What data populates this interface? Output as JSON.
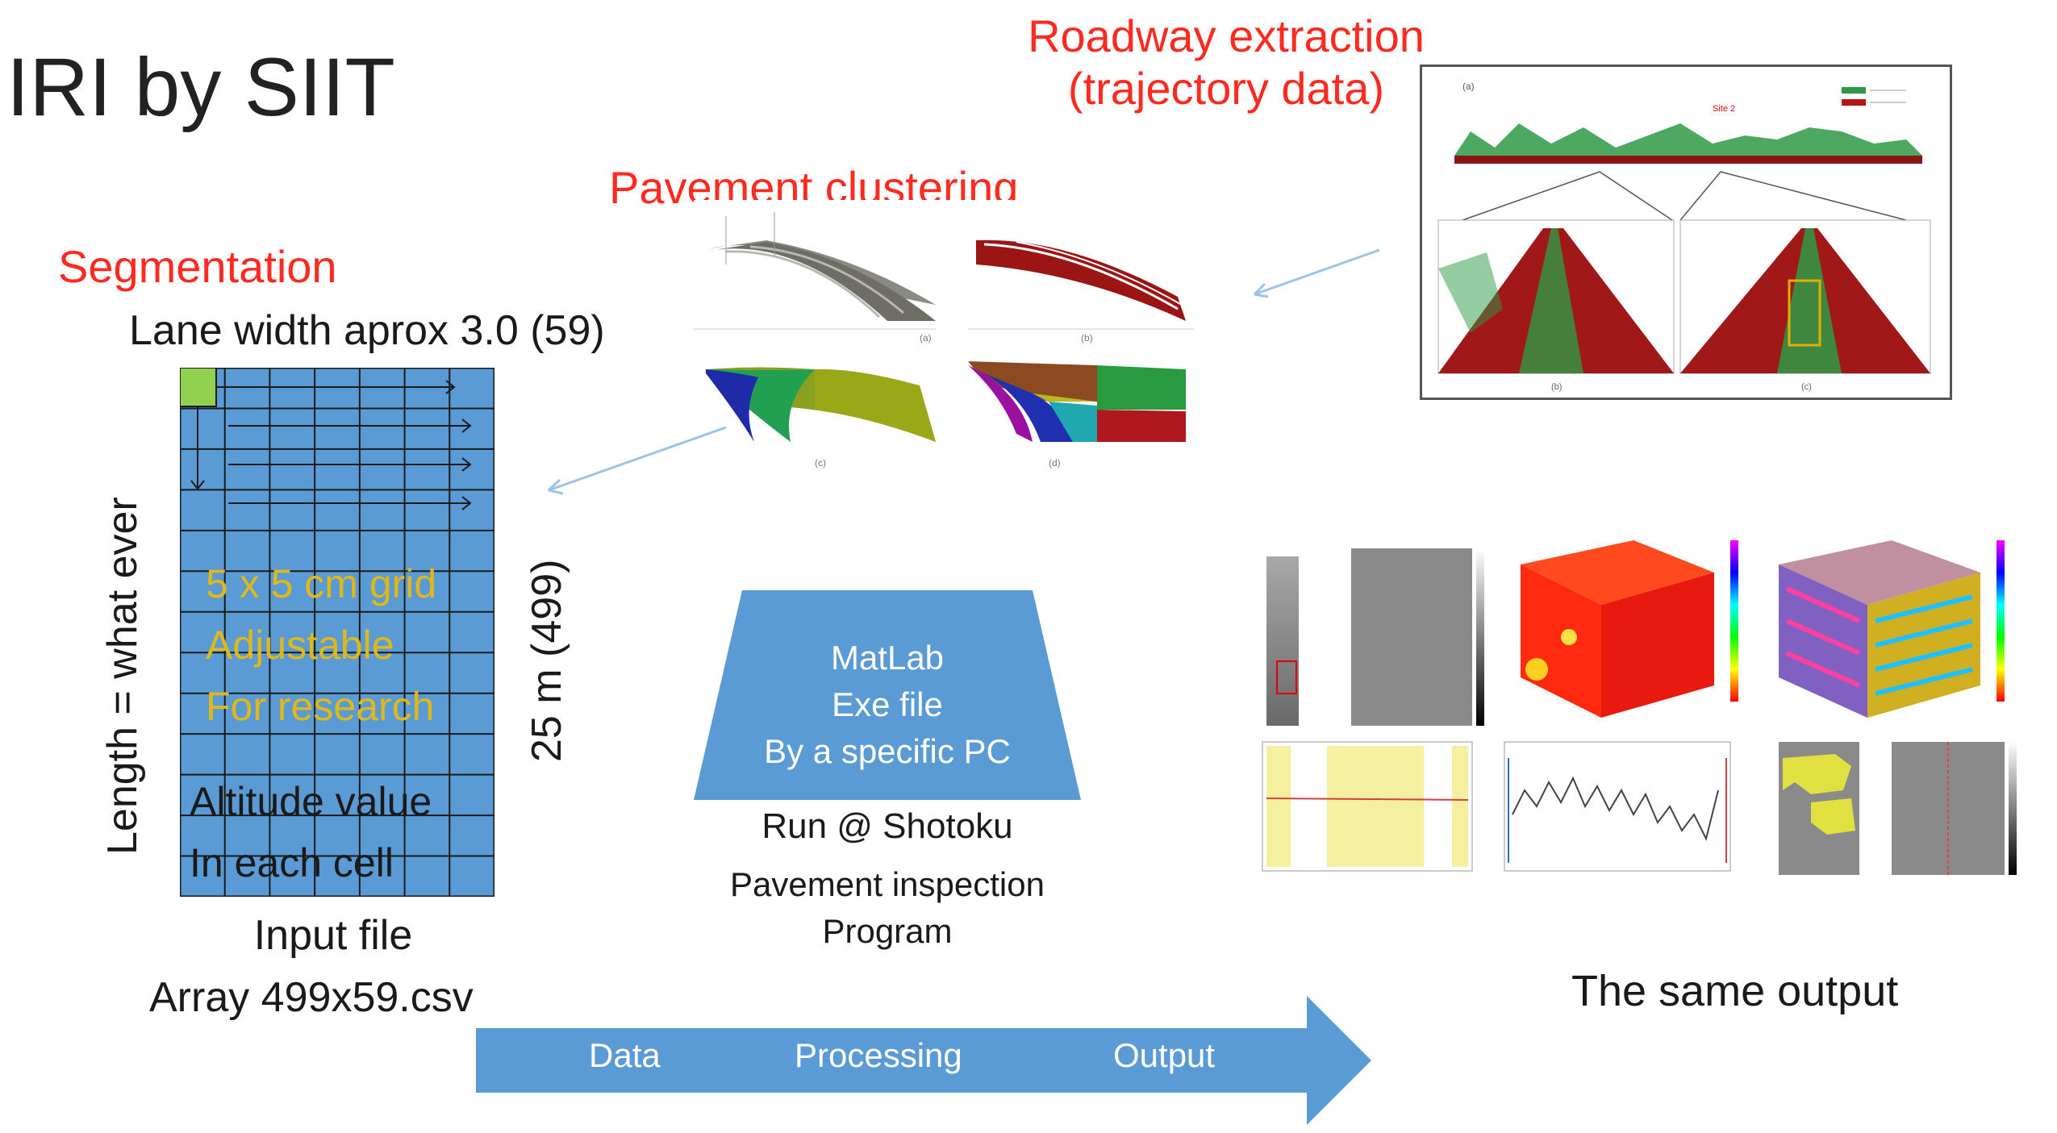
{
  "title": "IRI by SIIT",
  "labels": {
    "roadway_line1": "Roadway extraction",
    "roadway_line2": "(trajectory data)",
    "pavement_clustering": "Pavement  clustering",
    "segmentation": "Segmentation",
    "lane_width": "Lane width aprox  3.0 (59)",
    "length": "Length = what  ever",
    "distance": "25 m (499)",
    "input_file": "Input file",
    "array_file": "Array 499x59.csv",
    "same_output": "The same output"
  },
  "grid": {
    "lines": [
      "5 x 5 cm grid",
      "Adjustable",
      "For research"
    ],
    "altitude_lines": [
      "Altitude value",
      "In each cell"
    ],
    "rows": 13,
    "cols": 7,
    "cell_color": "#5b9bd5",
    "highlight_color": "#92d050"
  },
  "matlab": {
    "lines": [
      "MatLab",
      "Exe file",
      "By a specific PC"
    ],
    "run": "Run @ Shotoku",
    "program_line1": "Pavement inspection",
    "program_line2": "Program",
    "color": "#5b9bd5"
  },
  "flow_arrow": {
    "stages": [
      "Data",
      "Processing",
      "Output"
    ],
    "color": "#5b9bd5"
  },
  "colors": {
    "accent_red": "#ff2a1f",
    "accent_yellow": "#e0b818",
    "blue": "#5b9bd5"
  }
}
